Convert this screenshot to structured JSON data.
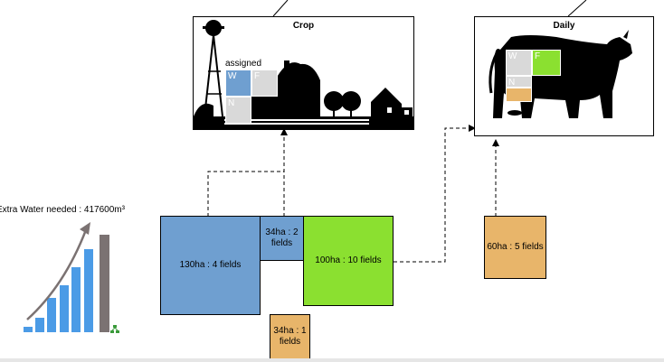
{
  "crop_panel": {
    "title": "Crop",
    "assign_label": "assigned",
    "cells": {
      "w": "W",
      "f": "F",
      "n": "N"
    }
  },
  "daily_panel": {
    "title": "Daily",
    "cells": {
      "w": "W",
      "f": "F",
      "n": "N"
    }
  },
  "water": {
    "label": "Extra Water needed : 417600m³"
  },
  "fields": {
    "f130": {
      "line1": "130ha : 4 fields"
    },
    "f34a": {
      "line1": "34ha : 2",
      "line2": "fields"
    },
    "f100": {
      "line1": "100ha : 10 fields"
    },
    "f34b": {
      "line1": "34ha : 1",
      "line2": "fields"
    },
    "f60": {
      "line1": "60ha : 5 fields"
    }
  },
  "colors": {
    "wheat_blue": "#6f9fd0",
    "fodder_green": "#8be030",
    "none_orange": "#e8b56a",
    "bar_blue": "#4b9be6",
    "bar_gray": "#7b7272"
  }
}
